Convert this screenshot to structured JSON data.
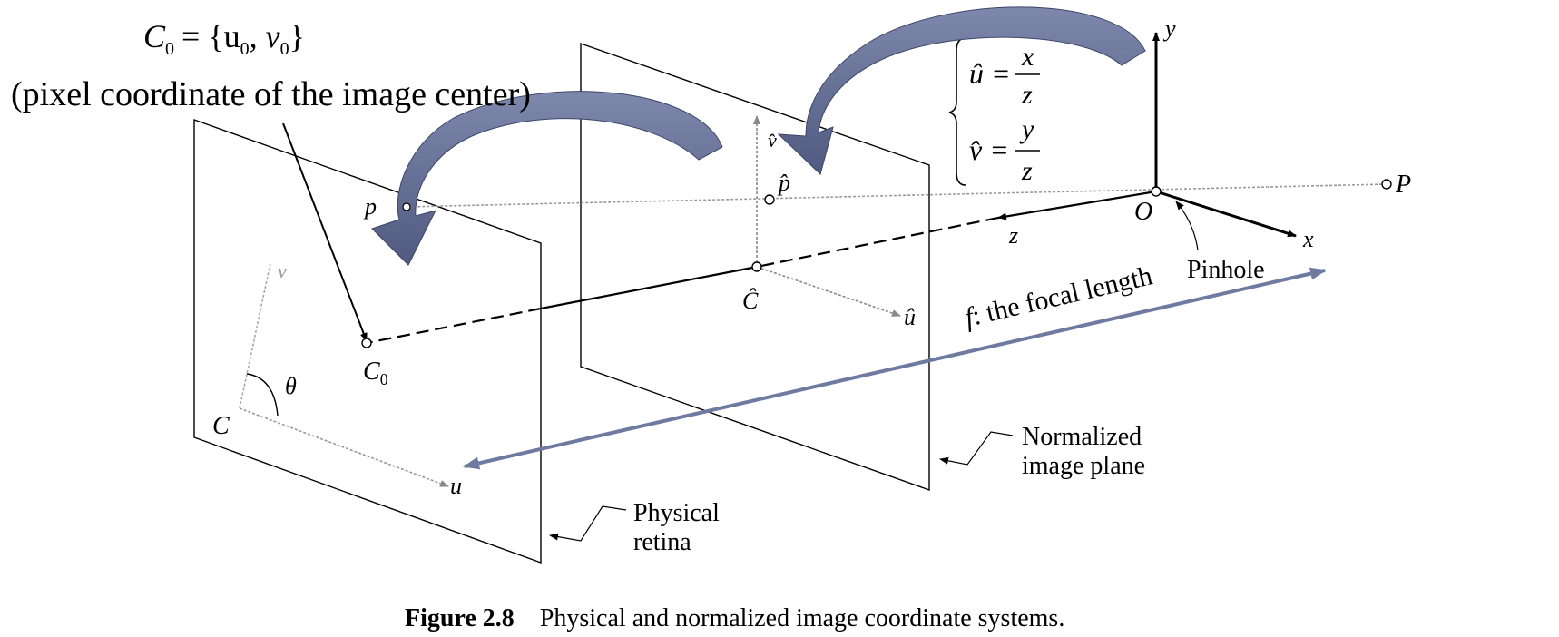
{
  "top_note": {
    "equation_lhs": "C",
    "equation_sub": "0",
    "equation_rest": "= {u",
    "u_sub": "0",
    "comma_v": ", v",
    "v_sub": "0",
    "close": "}",
    "description": "(pixel coordinate of  the image center)"
  },
  "equations": {
    "u_hat_lhs": "û =",
    "u_num": "x",
    "u_den": "z",
    "v_hat_lhs": "v̂ =",
    "v_num": "y",
    "v_den": "z"
  },
  "labels": {
    "y_axis": "y",
    "x_axis": "x",
    "z_axis": "z",
    "origin": "O",
    "point_P": "P",
    "point_p": "p",
    "p_hat": "p̂",
    "v_hat": "v̂",
    "u_hat": "û",
    "c_hat": "Ĉ",
    "c0_main": "C",
    "c0_sub": "0",
    "c_phys": "C",
    "theta": "θ",
    "v_phys": "v",
    "u_phys": "u",
    "focal_f": "f",
    "focal_text": ": the focal length",
    "pinhole": "Pinhole",
    "normalized_line1": "Normalized",
    "normalized_line2": "image plane",
    "physical_line1": "Physical",
    "physical_line2": "retina"
  },
  "caption": {
    "figure_label": "Figure 2.8",
    "text": "Physical and normalized image coordinate systems."
  },
  "colors": {
    "accent_arrow": "#6f7aa0",
    "accent_arrow_dark": "#4a5478",
    "ink": "#000000"
  }
}
